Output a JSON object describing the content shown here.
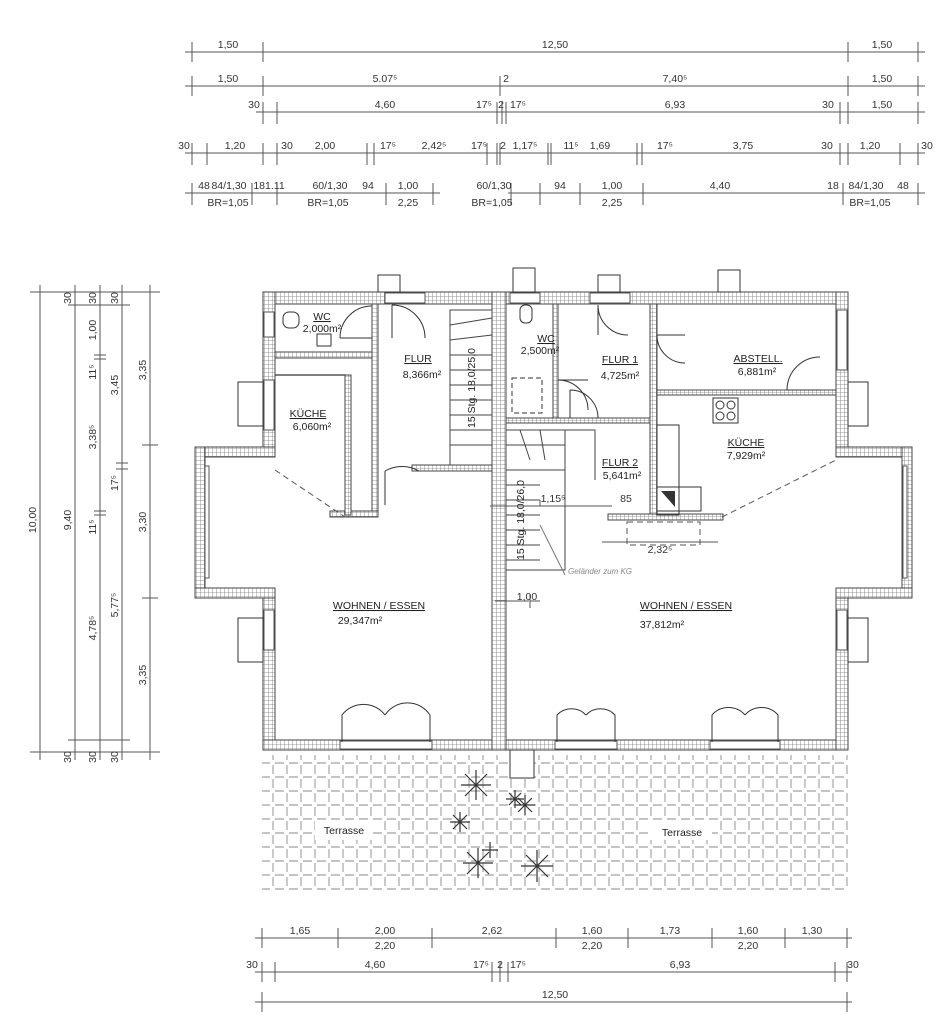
{
  "dims": {
    "top": [
      [
        "1,50",
        "12,50",
        "1,50"
      ],
      [
        "1,50",
        "5.07⁵",
        "2",
        "7,40⁵",
        "1,50"
      ],
      [
        "30",
        "4,60",
        "17⁵",
        "2",
        "17⁵",
        "6,93",
        "30",
        "1,50"
      ],
      [
        "30",
        "1,20",
        "30",
        "2,00",
        "17⁵",
        "2,42⁵",
        "17⁵",
        "2",
        "1,17⁵",
        "11⁵",
        "1,69",
        "17⁵",
        "3,75",
        "30",
        "1,20",
        "30"
      ],
      [
        "48",
        "84/1,30",
        "BR=1,05",
        "181.11",
        "60/1,30",
        "BR=1,05",
        "94",
        "1,00",
        "2,25",
        "60/1,30",
        "BR=1,05",
        "94",
        "1,00",
        "2,25",
        "4,40",
        "18",
        "84/1,30",
        "BR=1,05",
        "48"
      ]
    ],
    "left": [
      [
        "10,00"
      ],
      [
        "30",
        "9,40",
        "30"
      ],
      [
        "30",
        "1,00",
        "11⁵",
        "3,38⁵",
        "11⁵",
        "4,78⁵",
        "30"
      ],
      [
        "30",
        "3,45",
        "17⁵",
        "5,77⁵",
        "30"
      ],
      [
        "3,35",
        "3,30",
        "3,35"
      ]
    ],
    "bottom": [
      [
        "1,65",
        "2,00",
        "2,20",
        "2,62",
        "1,60",
        "2,20",
        "1,73",
        "1,60",
        "2,20",
        "1,30"
      ],
      [
        "30",
        "4,60",
        "17⁵",
        "2",
        "17⁵",
        "6,93",
        "30"
      ],
      [
        "12,50"
      ]
    ]
  },
  "rooms": [
    {
      "name": "WC",
      "area": "2,000m²"
    },
    {
      "name": "FLUR",
      "area": "8,366m²"
    },
    {
      "name": "KÜCHE",
      "area": "6,060m²"
    },
    {
      "name": "WOHNEN / ESSEN",
      "area": "29,347m²"
    },
    {
      "name": "WC",
      "area": "2,500m²"
    },
    {
      "name": "FLUR 1",
      "area": "4,725m²"
    },
    {
      "name": "ABSTELL.",
      "area": "6,881m²"
    },
    {
      "name": "KÜCHE",
      "area": "7,929m²"
    },
    {
      "name": "FLUR 2",
      "area": "5,641m²"
    },
    {
      "name": "WOHNEN / ESSEN",
      "area": "37,812m²"
    }
  ],
  "stairs": [
    "15 Stg. 18,0/25,0",
    "15 Stg. 18,0/26,0"
  ],
  "annotations": {
    "d1": "1,15⁵",
    "d2": "85",
    "d3": "2,32⁵",
    "d4": "1,00",
    "railing": "Geländer zum KG"
  },
  "terrace": [
    "Terrasse",
    "Terrasse"
  ]
}
